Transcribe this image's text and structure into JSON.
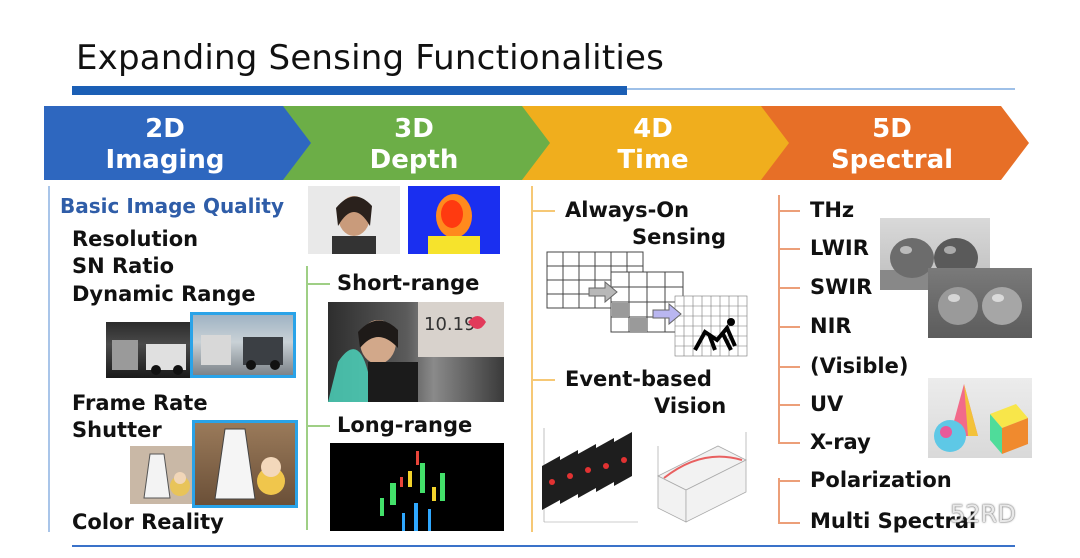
{
  "title": "Expanding Sensing Functionalities",
  "categories": [
    {
      "line1": "2D",
      "line2": "Imaging",
      "color": "#2e67bf"
    },
    {
      "line1": "3D",
      "line2": "Depth",
      "color": "#6cae47"
    },
    {
      "line1": "4D",
      "line2": "Time",
      "color": "#f0ae1d"
    },
    {
      "line1": "5D",
      "line2": "Spectral",
      "color": "#e76f27"
    }
  ],
  "col_2d": {
    "heading": "Basic Image Quality",
    "items": [
      "Resolution",
      "SN Ratio",
      "Dynamic Range"
    ],
    "items2": [
      "Frame Rate",
      "Shutter"
    ],
    "bottom": "Color Reality"
  },
  "col_3d": {
    "short_range": "Short-range",
    "long_range": "Long-range"
  },
  "col_4d": {
    "always_on_1": "Always-On",
    "always_on_2": "Sensing",
    "event_1": "Event-based",
    "event_2": "Vision"
  },
  "col_5d": {
    "spectra": [
      "THz",
      "LWIR",
      "SWIR",
      "NIR",
      "(Visible)",
      "UV",
      "X-ray"
    ],
    "extra": [
      "Polarization",
      "Multi Spectral"
    ]
  },
  "watermark": "52RD"
}
